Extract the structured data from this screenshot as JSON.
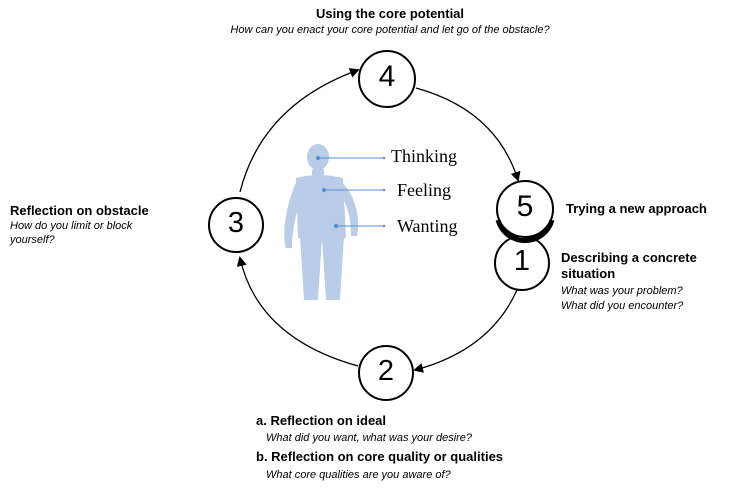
{
  "steps": {
    "s4": {
      "number": "4",
      "title": "Using the core potential",
      "question": "How can you enact your core potential and let go of the obstacle?"
    },
    "s3": {
      "number": "3",
      "title": "Reflection on obstacle",
      "question_line1": "How do you limit or block",
      "question_line2": "yourself?"
    },
    "s5": {
      "number": "5",
      "title": "Trying a new approach"
    },
    "s1": {
      "number": "1",
      "title_line1": "Describing a concrete",
      "title_line2": "situation",
      "question_line1": "What was your problem?",
      "question_line2": "What did you encounter?"
    },
    "s2": {
      "number": "2",
      "a_title": "a. Reflection on ideal",
      "a_question": "What did you want, what was your desire?",
      "b_title": "b. Reflection on core quality or qualities",
      "b_question": "What core qualities are you aware of?"
    }
  },
  "figure": {
    "labels": [
      "Thinking",
      "Feeling",
      "Wanting"
    ],
    "color": "#b9cde8",
    "pointer_color": "#5b8fd4"
  }
}
